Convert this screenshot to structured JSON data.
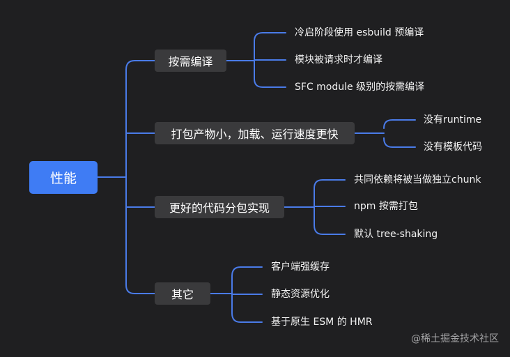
{
  "root": {
    "label": "性能"
  },
  "branches": [
    {
      "label": "按需编译",
      "children": [
        "冷启阶段使用 esbuild 预编译",
        "模块被请求时才编译",
        "SFC module 级别的按需编译"
      ]
    },
    {
      "label": "打包产物小，加载、运行速度更快",
      "children": [
        "没有runtime",
        "没有模板代码"
      ]
    },
    {
      "label": "更好的代码分包实现",
      "children": [
        "共同依赖将被当做独立chunk",
        "npm 按需打包",
        "默认 tree-shaking"
      ]
    },
    {
      "label": "其它",
      "children": [
        "客户端强缓存",
        "静态资源优化",
        "基于原生 ESM 的 HMR"
      ]
    }
  ],
  "watermark": "@稀土掘金技术社区",
  "colors": {
    "background": "#1f1f21",
    "root": "#3f7cf4",
    "branch": "#3a3a3c",
    "connector": "#4a7be8"
  }
}
